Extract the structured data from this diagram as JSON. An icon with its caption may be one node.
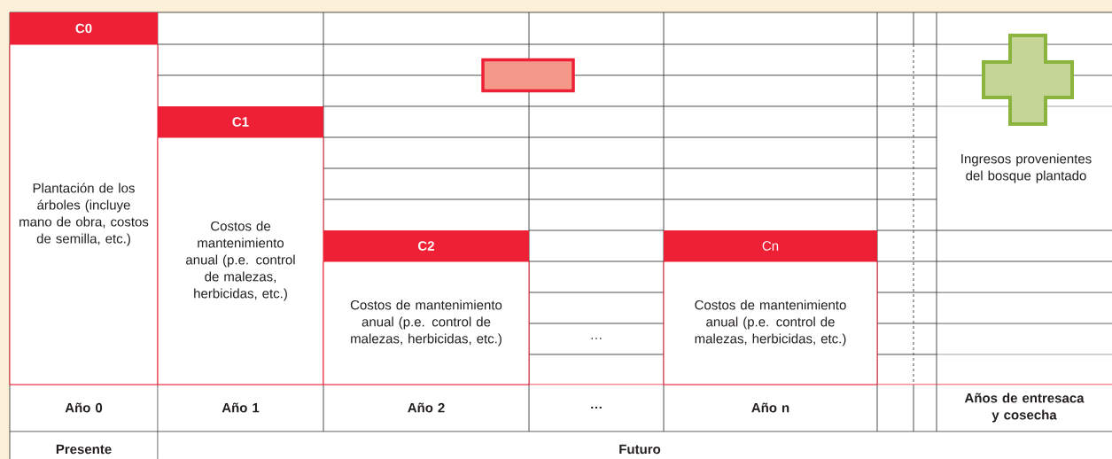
{
  "diagram": {
    "nodes": [
      {
        "text": [
          "C0",
          "Plantación de los árboles (incluye mano de obra, costos de semilla, etc.)"
        ]
      },
      {
        "text": [
          "C1",
          "Costos de mantenimiento anual (p.e. control de malezas, herbicidas, etc.)"
        ]
      },
      {
        "text": [
          "C2",
          "Costos de mantenimiento anual (p.e. control de malezas, herbicidas, etc.)"
        ]
      },
      {
        "text": [
          "Cn",
          "Costos de mantenimiento anual (p.e. control de malezas, herbicidas, etc.)"
        ]
      },
      {
        "text": [],
        "shape": "bar"
      },
      {
        "text": [],
        "shape": "cross"
      }
    ],
    "labels": [
      "Ingresos provenientes del bosque plantado",
      "…",
      "Año 0",
      "Año 1",
      "Año 2",
      "…",
      "Año n",
      "Años de entresaca y cosecha",
      "Presente",
      "Futuro"
    ]
  }
}
